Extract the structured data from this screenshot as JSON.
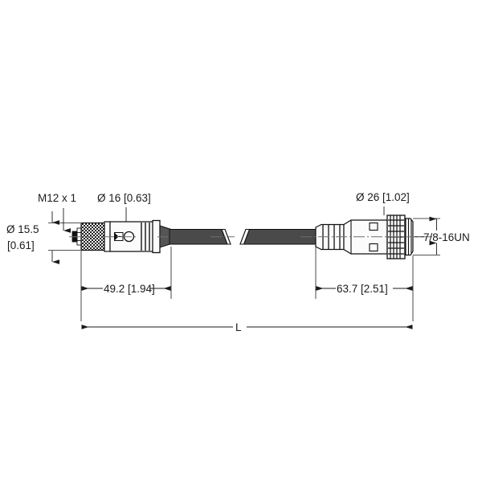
{
  "drawing": {
    "type": "technical-dimension-drawing",
    "subject": "cordset with M12 female connector and 7/8-16UN male connector",
    "background_color": "#ffffff",
    "line_color": "#1a1a1a",
    "body_fill": "#fbfbfb",
    "cable_fill": "#4a4a4a",
    "shade_fill": "#d9d9d9"
  },
  "labels": {
    "thread_left": "M12 x 1",
    "diameter_left_body": "Ø 16 [0.63]",
    "diameter_left_nut": "Ø 15.5",
    "diameter_left_nut_inch": "[0.61]",
    "diameter_right_body": "Ø 26 [1.02]",
    "thread_right": "7/8-16UN"
  },
  "dimensions": {
    "left_length": "49.2 [1.94]",
    "right_length": "63.7 [2.51]",
    "overall_length": "L"
  },
  "left_connector": {
    "name": "M12 female straight connector",
    "features": [
      "knurled-coupling-nut",
      "led-indicator-window",
      "marking-circle",
      "ribbed-grip",
      "cable-strain-relief"
    ]
  },
  "right_connector": {
    "name": "7/8-16UN male straight connector",
    "features": [
      "ribbed-strain-relief",
      "tapered-body",
      "knurled-coupling-nut",
      "threaded-end"
    ]
  },
  "cable": {
    "name": "cable",
    "break_symbol": "zigzag-break"
  }
}
